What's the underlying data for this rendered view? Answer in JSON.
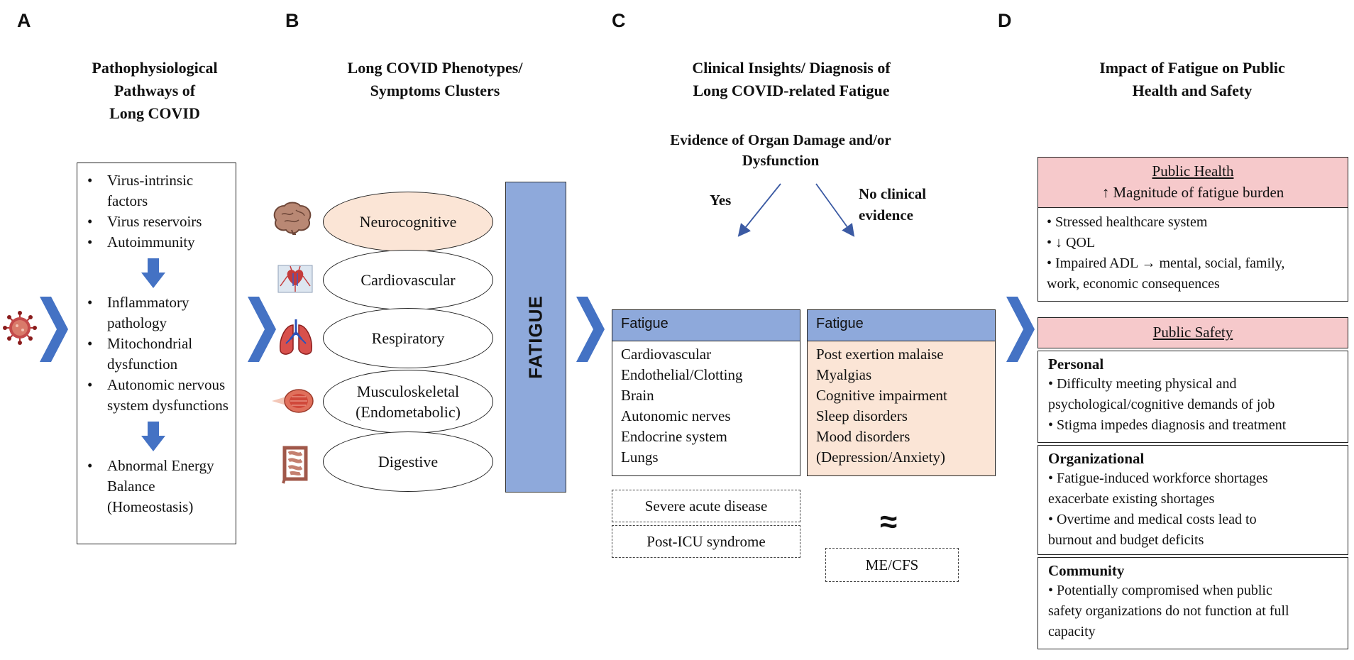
{
  "panels": {
    "a": {
      "letter": "A",
      "title_lines": [
        "Pathophysiological",
        "Pathways of",
        "Long COVID"
      ],
      "group1": [
        "Virus-intrinsic factors",
        "Virus reservoirs",
        "Autoimmunity"
      ],
      "group2": [
        "Inflammatory pathology",
        "Mitochondrial dysfunction",
        "Autonomic nervous system dysfunctions"
      ],
      "group3": [
        "Abnormal Energy Balance (Homeostasis)"
      ]
    },
    "b": {
      "letter": "B",
      "title_lines": [
        "Long COVID Phenotypes/",
        "Symptoms Clusters"
      ],
      "clusters": [
        "Neurocognitive",
        "Cardiovascular",
        "Respiratory",
        "Musculoskeletal\n(Endometabolic)",
        "Digestive"
      ],
      "fatigue_bar": "FATIGUE"
    },
    "c": {
      "letter": "C",
      "title_lines": [
        "Clinical Insights/ Diagnosis of",
        "Long COVID-related Fatigue"
      ],
      "question": "Evidence of Organ Damage and/or Dysfunction",
      "yes_label": "Yes",
      "no_label": "No clinical evidence",
      "left_box": {
        "header": "Fatigue",
        "items": [
          "Cardiovascular",
          "Endothelial/Clotting",
          "Brain",
          "Autonomic nerves",
          "Endocrine system",
          "Lungs"
        ]
      },
      "right_box": {
        "header": "Fatigue",
        "items": [
          "Post exertion malaise",
          "Myalgias",
          "Cognitive impairment",
          "Sleep disorders",
          "Mood disorders",
          "(Depression/Anxiety)"
        ]
      },
      "dashed_left": [
        "Severe acute disease",
        "Post-ICU syndrome"
      ],
      "approx_symbol": "≈",
      "dashed_right": "ME/CFS"
    },
    "d": {
      "letter": "D",
      "title_lines": [
        "Impact of Fatigue on Public",
        "Health and Safety"
      ],
      "public_health": {
        "title": "Public Health",
        "subtitle": "↑ Magnitude of fatigue burden",
        "lines": [
          "• Stressed healthcare system",
          "• ↓ QOL",
          "• Impaired ADL → mental, social, family,",
          "work, economic consequences"
        ]
      },
      "public_safety": {
        "title": "Public Safety",
        "sections": [
          {
            "title": "Personal",
            "lines": [
              "• Difficulty meeting physical and",
              "psychological/cognitive  demands of job",
              "• Stigma impedes diagnosis and treatment"
            ]
          },
          {
            "title": "Organizational",
            "lines": [
              "• Fatigue-induced workforce shortages",
              "exacerbate existing shortages",
              "• Overtime and medical costs lead to",
              "burnout and budget deficits"
            ]
          },
          {
            "title": "Community",
            "lines": [
              "• Potentially compromised when public",
              "safety organizations do not function at full",
              "capacity"
            ]
          }
        ]
      }
    }
  },
  "colors": {
    "chevron": "#4472c4",
    "down_arrow": "#4472c4",
    "fatigue_bar": "#8ea9db",
    "highlight": "#fbe5d6",
    "pink_header": "#f6c9cb",
    "arrow_line": "#3b5aa3"
  }
}
